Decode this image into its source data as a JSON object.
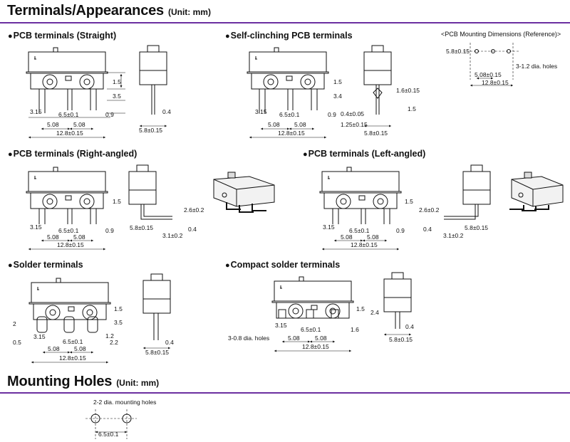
{
  "header": {
    "title": "Terminals/Appearances",
    "unit": "(Unit: mm)"
  },
  "sections": {
    "pcb_straight": "PCB terminals (Straight)",
    "self_clinching": "Self-clinching PCB terminals",
    "pcb_ref": "<PCB Mounting Dimensions (Reference)>",
    "right_angled": "PCB terminals (Right-angled)",
    "left_angled": "PCB terminals (Left-angled)",
    "solder": "Solder terminals",
    "compact_solder": "Compact solder terminals"
  },
  "footer": {
    "title": "Mounting Holes",
    "unit": "(Unit: mm)"
  },
  "tol": {
    "t01": "±0.1",
    "t015": "±0.15",
    "t005": "±0.05",
    "t02": "±0.2"
  },
  "dims": {
    "d1_5": "1.5",
    "d3_5": "3.5",
    "d3_15": "3.15",
    "d6_5": "6.5",
    "d0_9": "0.9",
    "d5_08": "5.08",
    "d12_8": "12.8",
    "d0_4": "0.4",
    "d5_8": "5.8",
    "d3_4": "3.4",
    "d1_6": "1.6",
    "d1_25": "1.25",
    "d2_6": "2.6",
    "d3_1": "3.1",
    "d2": "2",
    "d0_5": "0.5",
    "d1_2": "1.2",
    "d2_2": "2.2",
    "d2_4": "2.4",
    "holes_3_12": "3-1.2 dia. holes",
    "holes_3_08": "3-0.8 dia. holes",
    "holes_2_2": "2-2 dia. mounting holes"
  }
}
